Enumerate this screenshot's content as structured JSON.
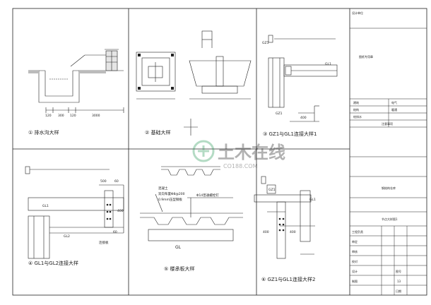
{
  "panels": {
    "drainage": {
      "caption": "① 排水沟大样",
      "dims": [
        "120",
        "300",
        "120",
        "3000"
      ]
    },
    "foundation": {
      "caption": "② 基础大样"
    },
    "gz1_gl1": {
      "caption": "③ GZ1与GL1连接大样1",
      "labels": [
        "GZ1",
        "GL1",
        "GZ1"
      ],
      "dims": [
        "400"
      ]
    },
    "gl1_gl2": {
      "caption": "④ GL1与GL2连接大样",
      "labels": [
        "GL1",
        "GL2",
        "连接板"
      ],
      "dims": [
        "500",
        "60",
        "400",
        "60"
      ]
    },
    "slab": {
      "caption": "⑤ 楼承板大样",
      "notes": [
        "混凝土",
        "双向布置Φ8@200",
        "0.9mm压型钢板",
        "Φ14普通螺栓钉"
      ],
      "labels": [
        "GL"
      ]
    },
    "gz1_gl1_2": {
      "caption": "⑥ GZ1与GL1连接大样2",
      "labels": [
        "GZ1",
        "GL1"
      ],
      "dims": [
        "400",
        "400"
      ]
    }
  },
  "title_block": {
    "design_unit": "设计单位",
    "sheet_header": "图纸专用章",
    "roles": [
      "建筑",
      "结构",
      "电气",
      "给排水",
      "暖通"
    ],
    "notes": [
      "注意事项"
    ],
    "project": "钢结构仓库",
    "drawing_name": "节点大样图1",
    "rows": [
      "工程负责",
      "审定",
      "审核",
      "校对",
      "设计",
      "制图"
    ],
    "sheet_no_label": "图号",
    "sheet_no": "13",
    "date_label": "日期"
  },
  "watermark": {
    "main": "土木在线",
    "sub": "CO188.COM"
  }
}
